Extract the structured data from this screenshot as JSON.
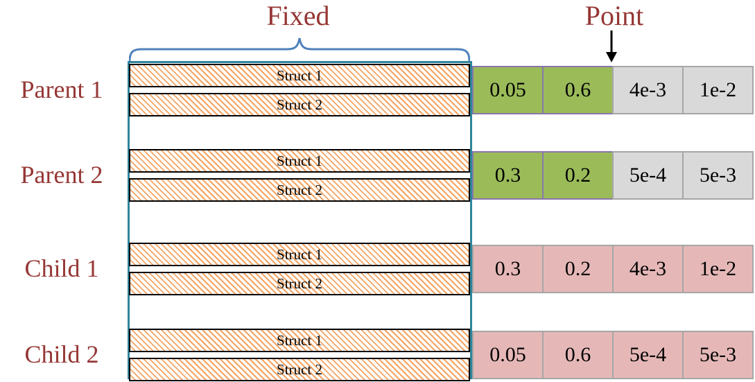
{
  "titles": {
    "fixed": "Fixed",
    "point": "Point"
  },
  "rows": [
    {
      "label": "Parent 1",
      "structs": [
        "Struct 1",
        "Struct 2"
      ],
      "values": [
        "0.05",
        "0.6",
        "4e-3",
        "1e-2"
      ],
      "value_colors": [
        "green",
        "green",
        "gray",
        "gray"
      ]
    },
    {
      "label": "Parent 2",
      "structs": [
        "Struct 1",
        "Struct 2"
      ],
      "values": [
        "0.3",
        "0.2",
        "5e-4",
        "5e-3"
      ],
      "value_colors": [
        "green",
        "green",
        "gray",
        "gray"
      ]
    },
    {
      "label": "Child 1",
      "structs": [
        "Struct 1",
        "Struct 2"
      ],
      "values": [
        "0.3",
        "0.2",
        "4e-3",
        "1e-2"
      ],
      "value_colors": [
        "pink",
        "pink",
        "pink",
        "pink"
      ]
    },
    {
      "label": "Child 2",
      "structs": [
        "Struct 1",
        "Struct 2"
      ],
      "values": [
        "0.05",
        "0.6",
        "5e-4",
        "5e-3"
      ],
      "value_colors": [
        "pink",
        "pink",
        "pink",
        "pink"
      ]
    }
  ],
  "palette": {
    "label_text": "#953735",
    "green_cell": "#9BBB59",
    "gray_cell": "#D9D9D9",
    "pink_cell": "#E5B8B7",
    "hatch_stripe": "#F4A361",
    "struct_border": "#000000",
    "box_border": "#2F859B",
    "brace_blue": "#4F81BD",
    "arrow": "#000000"
  }
}
